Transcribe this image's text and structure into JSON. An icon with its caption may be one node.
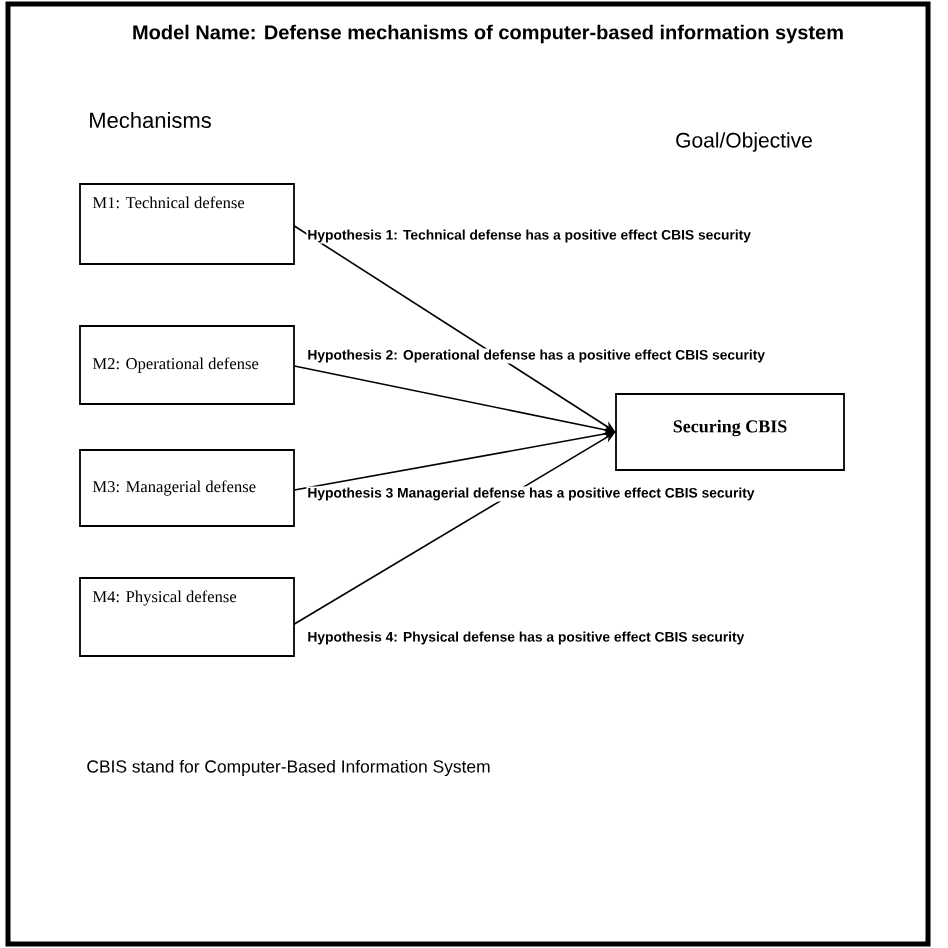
{
  "diagram": {
    "title": "Model Name: Defense mechanisms of computer-based information system",
    "nodes": [
      {
        "text": [
          "M1: Technical defense"
        ]
      },
      {
        "text": [
          "M2: Operational defense"
        ]
      },
      {
        "text": [
          "M3: Managerial defense"
        ]
      },
      {
        "text": [
          "M4: Physical defense"
        ]
      },
      {
        "text": [
          "Securing CBIS"
        ]
      }
    ],
    "edges": [
      {
        "from": 0,
        "to": 4,
        "arrow": "to",
        "label": "Hypothesis 1: Technical defense has a positive effect CBIS security"
      },
      {
        "from": 1,
        "to": 4,
        "arrow": "to",
        "label": "Hypothesis 2: Operational defense has a positive effect CBIS security"
      },
      {
        "from": 2,
        "to": 4,
        "arrow": "to",
        "label": "Hypothesis 3 Managerial defense has a positive effect CBIS security"
      },
      {
        "from": 3,
        "to": 4,
        "arrow": "to",
        "label": "Hypothesis 4:  Physical defense has a positive effect CBIS security"
      }
    ],
    "labels": [
      "Mechanisms",
      "Goal/Objective",
      "CBIS stand for Computer-Based Information System"
    ]
  }
}
